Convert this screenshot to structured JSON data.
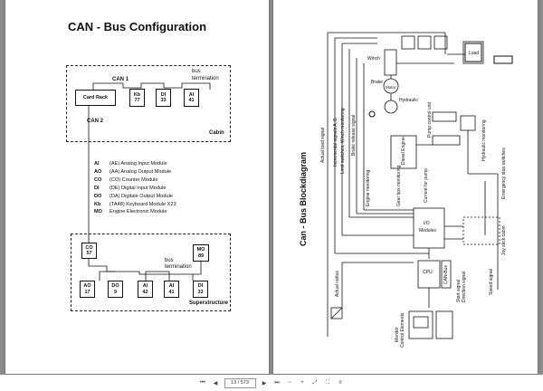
{
  "left_page": {
    "title": "CAN - Bus Configuration",
    "cabin": {
      "can1": "CAN 1",
      "bus_termination": [
        "bus",
        "termination"
      ],
      "card_rack": "Card Rack",
      "modules": [
        {
          "type": "Kb",
          "num": "77"
        },
        {
          "type": "DI",
          "num": "33"
        },
        {
          "type": "AI",
          "num": "41"
        }
      ],
      "can2": "CAN 2",
      "label": "Cabin"
    },
    "legend": [
      {
        "abbr": "AI",
        "desc": "(AE) Analog Input Module"
      },
      {
        "abbr": "AO",
        "desc": "(AA) Analog Output Module"
      },
      {
        "abbr": "CO",
        "desc": "(CO) Counter Module"
      },
      {
        "abbr": "DI",
        "desc": "(DE) Digital Input Module"
      },
      {
        "abbr": "DO",
        "desc": "(DA) Digitale Output Module"
      },
      {
        "abbr": "Kb",
        "desc": "(TA48) Keyboard Module X23"
      },
      {
        "abbr": "MO",
        "desc": "Engine Electronic Module"
      }
    ],
    "superstructure": {
      "co": {
        "type": "CO",
        "num": "57"
      },
      "mo": {
        "type": "MO",
        "num": "89"
      },
      "bus_termination": [
        "bus",
        "termination"
      ],
      "modules": [
        {
          "type": "AO",
          "num": "17"
        },
        {
          "type": "DO",
          "num": "9"
        },
        {
          "type": "AI",
          "num": "42"
        },
        {
          "type": "AI",
          "num": "41"
        },
        {
          "type": "DI",
          "num": "33"
        }
      ],
      "label": "Superstructure"
    }
  },
  "right_page": {
    "title": "Can - Bus Blockdiagram",
    "labels": {
      "winch": "Winch",
      "brake": "Brake",
      "motor": "Motor",
      "hydraulic": "Hydraulic",
      "load": "Load",
      "pump_control_unit": "Pump control unit",
      "diesel_engine": "Diesel Engine",
      "io_modules": [
        "I/O",
        "Modules"
      ],
      "cpu": "CPU",
      "can_bus": "CAN-Bus",
      "actual_load_signal": "Actual load signal",
      "incremental_signals": "Incremental signals A, B",
      "limit_switches": "Limit switches, Winch monitoring",
      "brake_release": "Brake release signal",
      "engine_monitoring": "Engine monitoring",
      "gear_box": "Gear box monitoring",
      "current_for_pump": "Current for pump",
      "hydraulic_monitoring": "Hydraulic monitoring",
      "emergency_stop": "Emergency stop switches",
      "joy_stick": "Joy stick cabin",
      "actual_radius": "Actual radius",
      "start_signal": [
        "Start signal",
        "Direction signal"
      ],
      "speed_signal": "Speed signal",
      "monitor": [
        "Monitor",
        "Control Elements"
      ]
    }
  },
  "toolbar": {
    "page_current": "13",
    "page_total": "573",
    "page_display": "13 / 573"
  }
}
